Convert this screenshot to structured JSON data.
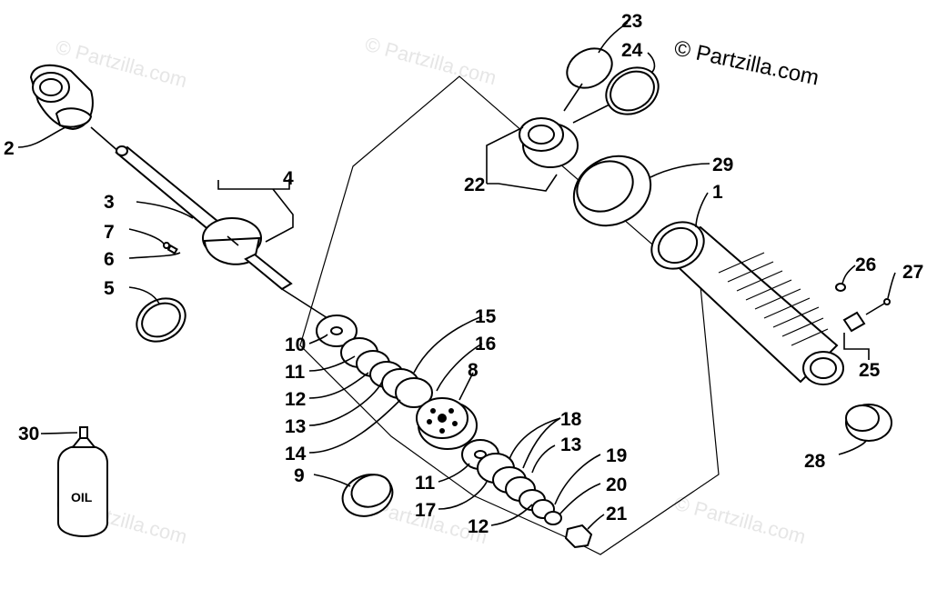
{
  "credit": "© Partzilla.com",
  "watermark": "© Partzilla.com",
  "oil_label": "OIL",
  "labels": [
    "1",
    "2",
    "3",
    "4",
    "5",
    "6",
    "7",
    "8",
    "9",
    "10",
    "11",
    "11",
    "12",
    "12",
    "13",
    "13",
    "14",
    "15",
    "16",
    "17",
    "18",
    "19",
    "20",
    "21",
    "22",
    "23",
    "24",
    "25",
    "26",
    "27",
    "28",
    "29",
    "30"
  ]
}
